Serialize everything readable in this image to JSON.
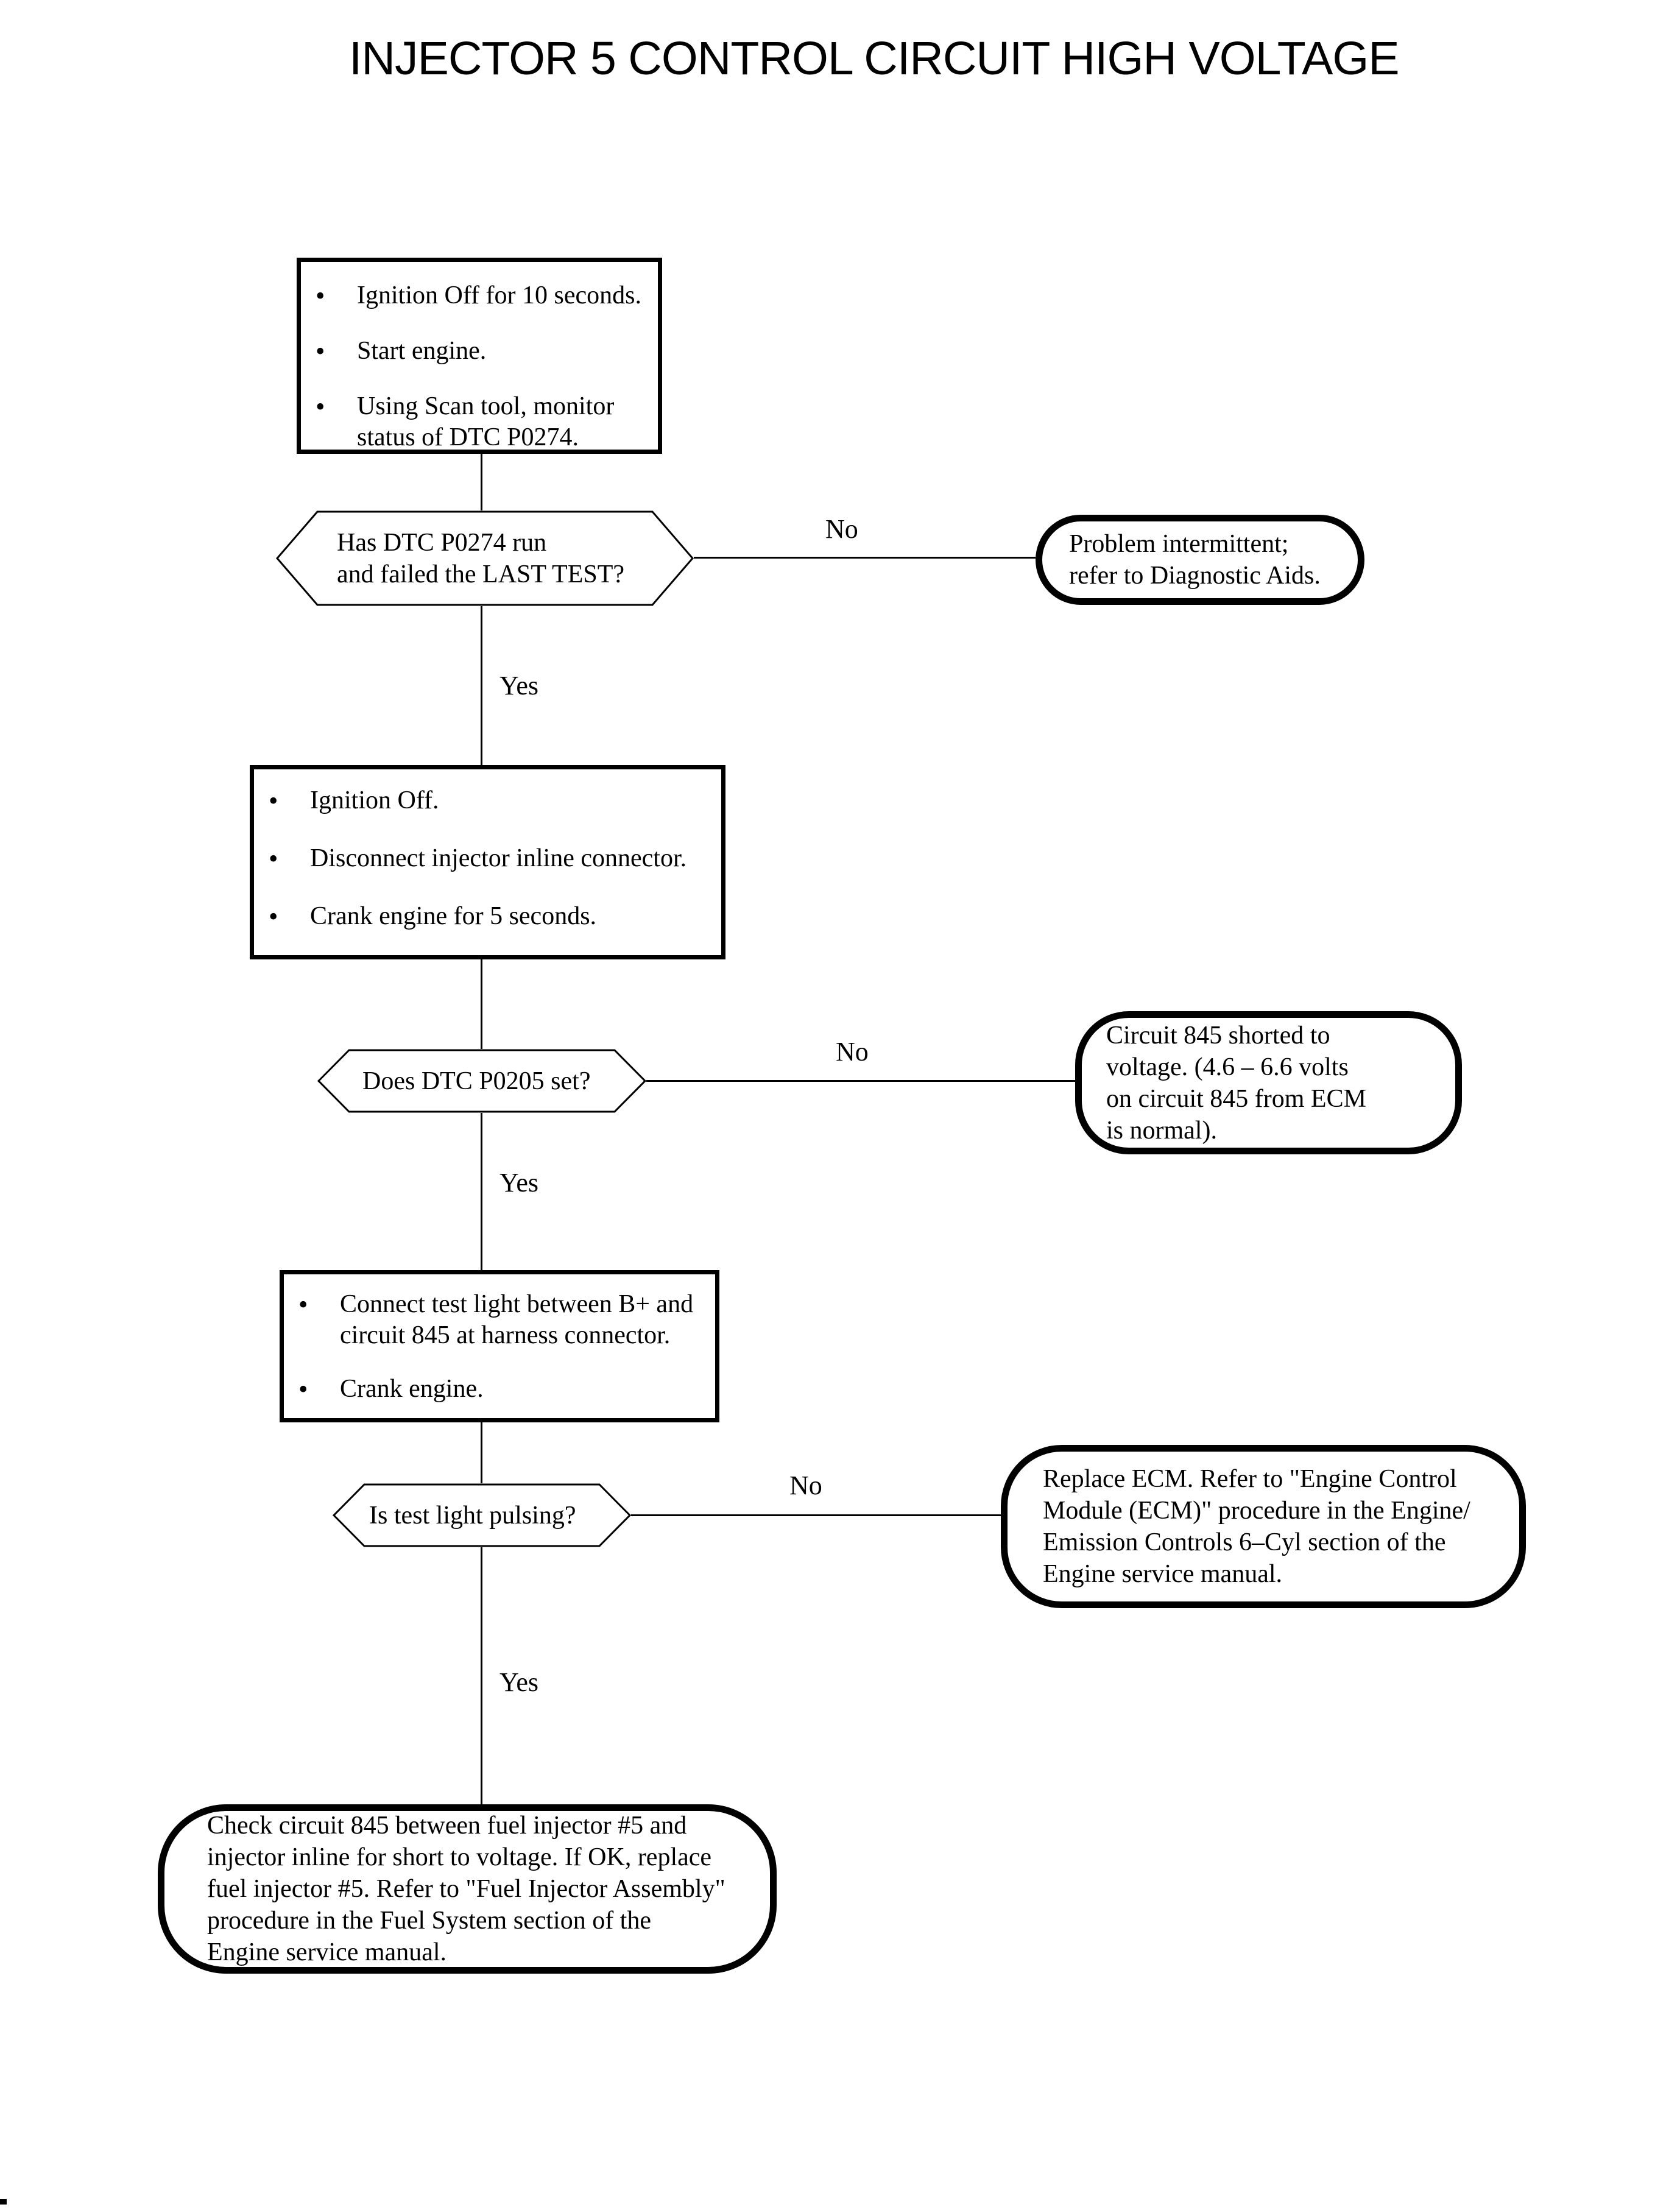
{
  "title": "INJECTOR 5 CONTROL CIRCUIT HIGH VOLTAGE",
  "flow": {
    "step1": {
      "items": [
        "Ignition Off for 10 seconds.",
        "Start engine.",
        "Using Scan tool, monitor\nstatus of DTC P0274."
      ]
    },
    "decision1": {
      "question": "Has DTC P0274 run\nand failed the LAST TEST?",
      "no_label": "No",
      "yes_label": "Yes"
    },
    "terminal1": {
      "text": "Problem intermittent;\nrefer to Diagnostic Aids."
    },
    "step2": {
      "items": [
        "Ignition Off.",
        "Disconnect injector inline connector.",
        "Crank engine for 5 seconds."
      ]
    },
    "decision2": {
      "question": "Does DTC P0205 set?",
      "no_label": "No",
      "yes_label": "Yes"
    },
    "terminal2": {
      "text": "Circuit 845 shorted to\nvoltage.  (4.6 – 6.6 volts\non circuit 845 from ECM\nis normal)."
    },
    "step3": {
      "items": [
        "Connect test light between B+ and\ncircuit 845 at harness connector.",
        "Crank engine."
      ]
    },
    "decision3": {
      "question": "Is test light pulsing?",
      "no_label": "No",
      "yes_label": "Yes"
    },
    "terminal3": {
      "text": "Replace ECM. Refer to \"Engine Control\nModule (ECM)\" procedure in the Engine/\nEmission Controls 6–Cyl section of the\nEngine service manual."
    },
    "terminal4": {
      "text": "Check circuit 845 between fuel injector #5 and\ninjector inline for short to voltage. If OK, replace\nfuel injector #5. Refer to \"Fuel Injector Assembly\"\nprocedure in the Fuel System section of the\nEngine service manual."
    }
  }
}
